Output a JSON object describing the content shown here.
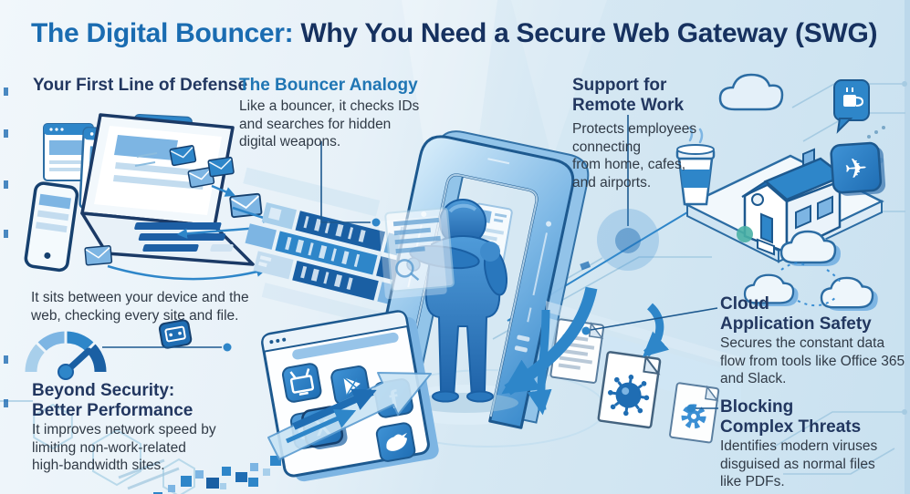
{
  "title": {
    "highlight": "The Digital Bouncer:",
    "rest": " Why You Need a Secure Web Gateway (SWG)"
  },
  "sections": {
    "first_line_of_defense": {
      "heading": "Your First Line of Defense",
      "body": "It sits between your device and the\nweb, checking every site and file."
    },
    "bouncer_analogy": {
      "heading": "The Bouncer Analogy",
      "body": "Like a bouncer, it checks IDs\nand searches for hidden\ndigital weapons."
    },
    "remote_work": {
      "heading": "Support for\nRemote Work",
      "body": "Protects employees\nconnecting\nfrom home, cafes,\nand airports."
    },
    "cloud_application_safety": {
      "heading": "Cloud\nApplication Safety",
      "body": "Secures the constant data\nflow from tools like Office 365\nand Slack."
    },
    "beyond_security": {
      "heading": "Beyond Security:\nBetter Performance",
      "body": "It improves network speed by\nlimiting non-work-related\nhigh-bandwidth sites."
    },
    "blocking_threats": {
      "heading": "Blocking\nComplex Threats",
      "body": "Identifies modern viruses\ndisguised as normal files\nlike PDFs."
    }
  },
  "icons": {
    "facebook_glyph": "f",
    "x_glyph": "X",
    "airplane_glyph": "✈",
    "illustrations": [
      "laptop",
      "smartphone",
      "browser-windows",
      "email-envelopes",
      "data-stream",
      "security-gateway-arch",
      "bouncer-figure",
      "scan-panel",
      "id-card",
      "house",
      "coffee-cup",
      "cloud",
      "chat-bubble-coffee",
      "airplane-tile",
      "cloud-network",
      "document",
      "virus-file",
      "gear-virus-file",
      "speedometer-gauge",
      "social-app-browser",
      "block-arrow",
      "pixel-stream",
      "circuit-traces",
      "shield-envelope"
    ]
  },
  "colors": {
    "background_left": "#f1f7fb",
    "background_right": "#c9e1f0",
    "title_highlight": "#1a6cb1",
    "title_main": "#16315f",
    "heading_navy": "#223760",
    "heading_blue": "#2076b4",
    "body_text": "#303a46",
    "illustration_blue": "#2e86c9",
    "illustration_dark_blue": "#1a5fa3",
    "illustration_light_blue": "#a8cfeb"
  }
}
